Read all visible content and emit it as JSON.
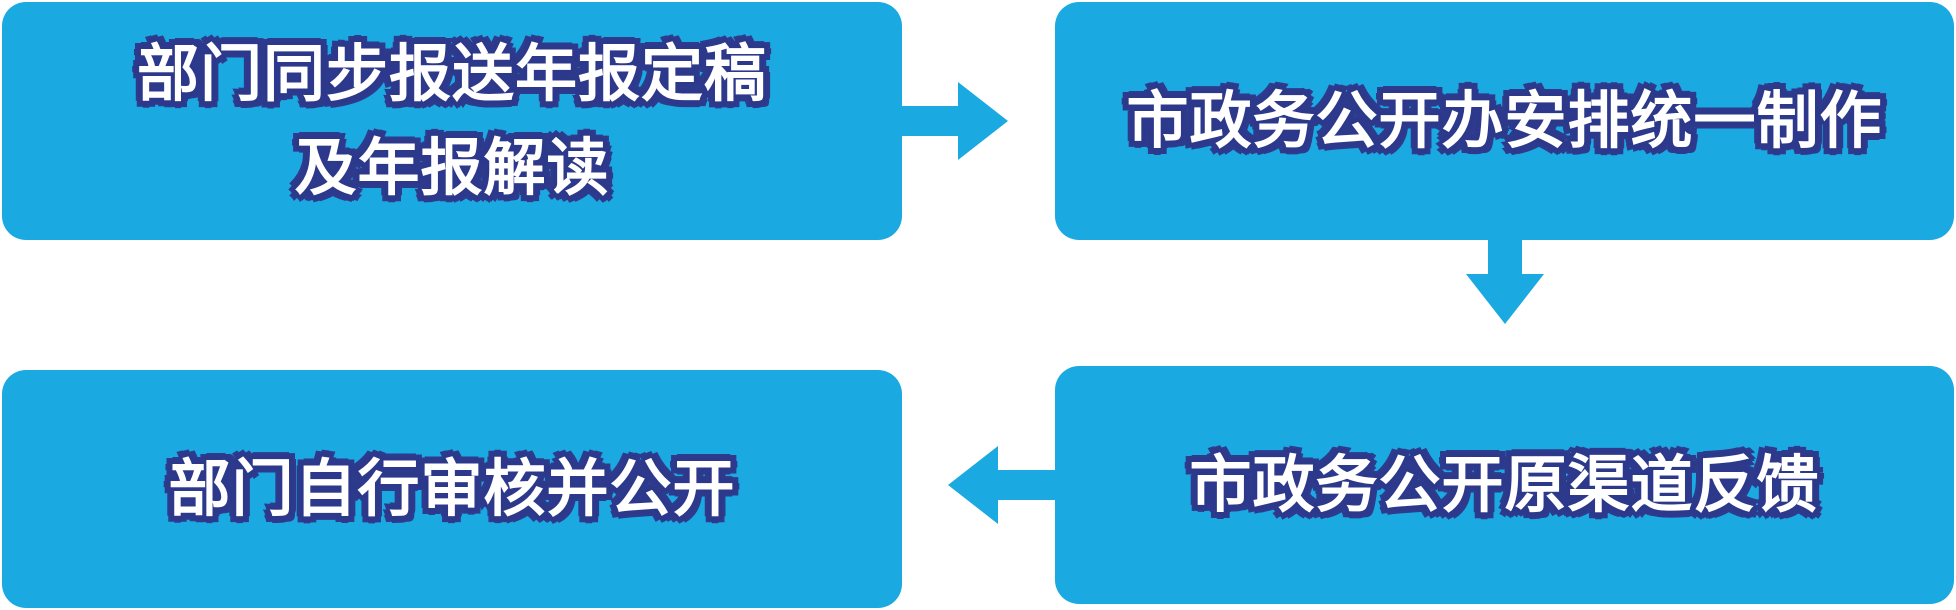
{
  "colors": {
    "box_fill": "#1ba9e1",
    "arrow_fill": "#1ba9e1",
    "text_fill": "#ffffff",
    "text_outline": "#2e3a8c"
  },
  "boxes": [
    {
      "text": "部门同步报送年报定稿\n及年报解读"
    },
    {
      "text": "市政务公开办安排统一制作"
    },
    {
      "text": "市政务公开原渠道反馈"
    },
    {
      "text": "部门自行审核并公开"
    }
  ]
}
